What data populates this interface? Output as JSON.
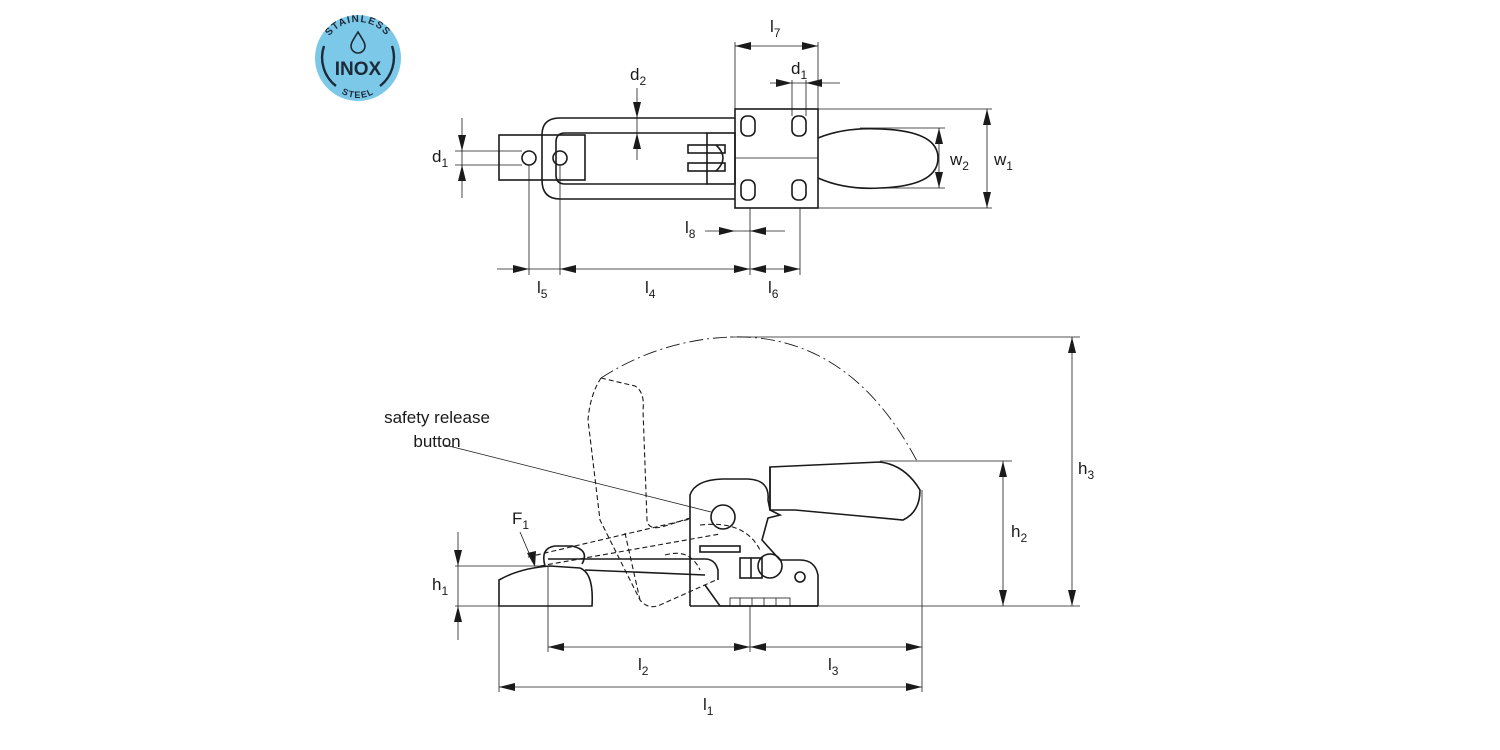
{
  "badge": {
    "top_text": "STAINLESS",
    "main_text": "INOX",
    "bottom_text": "STEEL",
    "fill_color": "#7cc8e8",
    "ring_color": "#1d2b38",
    "icon": "water-drop-icon"
  },
  "top_view": {
    "labels": {
      "l7": {
        "base": "l",
        "sub": "7"
      },
      "d1_right": {
        "base": "d",
        "sub": "1"
      },
      "d2": {
        "base": "d",
        "sub": "2"
      },
      "d1_left": {
        "base": "d",
        "sub": "1"
      },
      "w2": {
        "base": "w",
        "sub": "2"
      },
      "w1": {
        "base": "w",
        "sub": "1"
      },
      "l8": {
        "base": "l",
        "sub": "8"
      },
      "l5": {
        "base": "l",
        "sub": "5"
      },
      "l4": {
        "base": "l",
        "sub": "4"
      },
      "l6": {
        "base": "l",
        "sub": "6"
      }
    }
  },
  "side_view": {
    "callout_line1": "safety release",
    "callout_line2": "button",
    "labels": {
      "F1": {
        "base": "F",
        "sub": "1"
      },
      "h1": {
        "base": "h",
        "sub": "1"
      },
      "h2": {
        "base": "h",
        "sub": "2"
      },
      "h3": {
        "base": "h",
        "sub": "3"
      },
      "l2": {
        "base": "l",
        "sub": "2"
      },
      "l3": {
        "base": "l",
        "sub": "3"
      },
      "l1": {
        "base": "l",
        "sub": "1"
      }
    }
  }
}
